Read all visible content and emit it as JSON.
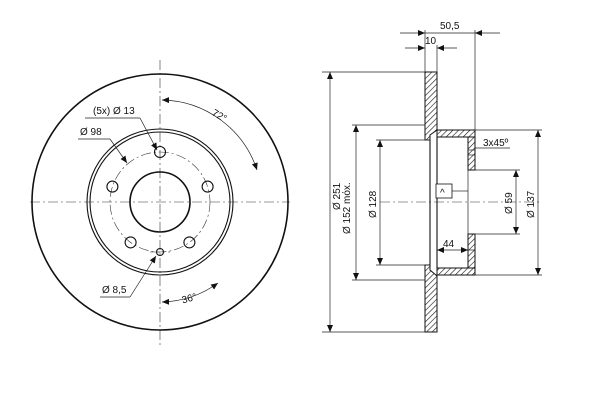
{
  "labels": {
    "bolt_holes": "(5x) Ø 13",
    "pcd": "Ø 98",
    "small_hole": "Ø 8,5",
    "angle_holes": "72°",
    "angle_small": "36°",
    "outer_dia": "Ø 251",
    "min_dia": "Ø 152 mόx.",
    "dia_128": "Ø 128",
    "total_height": "50,5",
    "thickness": "10",
    "chamfer": "3x45º",
    "hub_dia_59": "Ø 59",
    "hub_dia_137": "Ø 137",
    "depth_44": "44",
    "caret": "^"
  }
}
